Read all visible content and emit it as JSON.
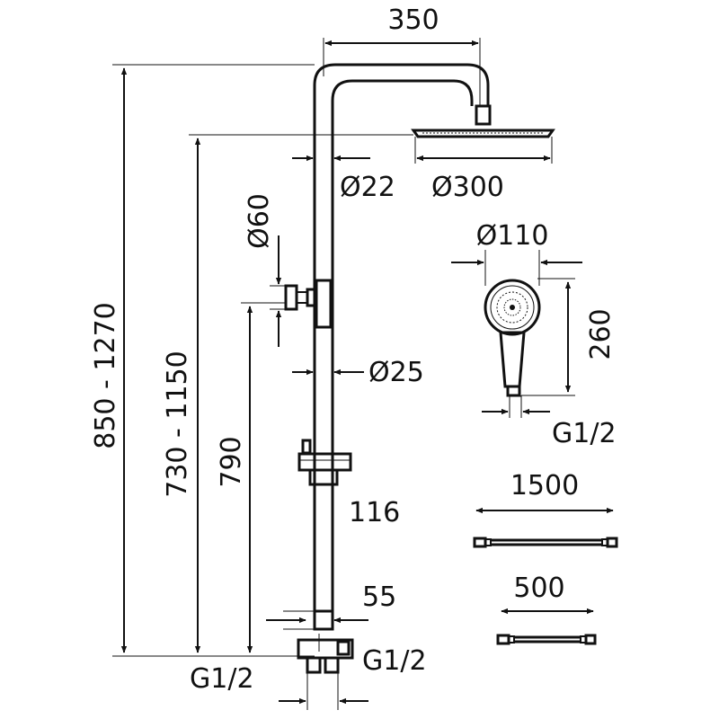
{
  "dimensions": {
    "arm_width": "350",
    "total_height": "850 - 1270",
    "head_height": "730 - 1150",
    "bracket_height": "790",
    "pipe_diameter_top": "Ø22",
    "showerhead_diameter": "Ø300",
    "bracket_diameter": "Ø60",
    "pipe_diameter_bottom": "Ø25",
    "slider_offset": "116",
    "mixer_offset": "55",
    "inlet_connection": "G1/2",
    "outlet_connection": "G1/2",
    "hand_shower_diameter": "Ø110",
    "hand_shower_length": "260",
    "hand_shower_connection": "G1/2",
    "long_hose_length": "1500",
    "short_hose_length": "500"
  }
}
